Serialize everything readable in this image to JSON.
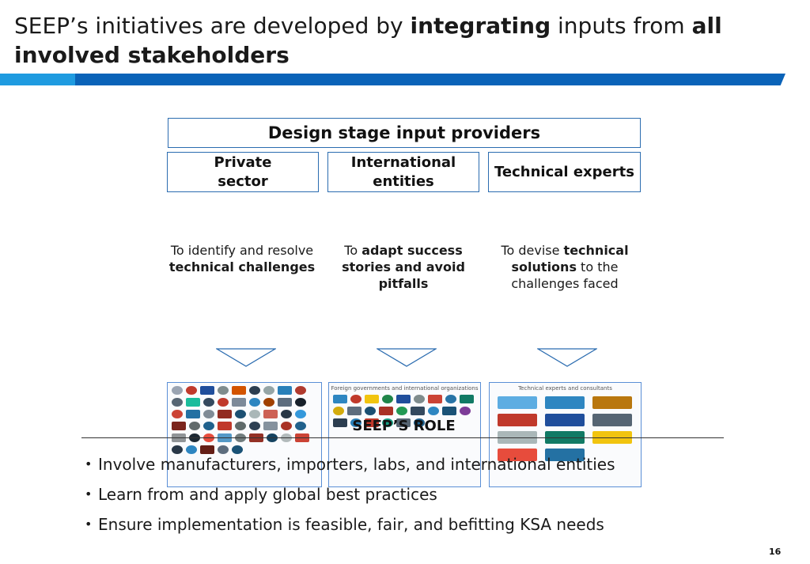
{
  "title": {
    "part1": "SEEP’s initiatives are developed by ",
    "bold1": "integrating",
    "part2": " inputs from ",
    "bold2": "all involved stakeholders"
  },
  "colors": {
    "band_light": "#1f9be0",
    "band_dark": "#0a63b8",
    "box_border": "#2b6cb0"
  },
  "design_header": "Design stage input providers",
  "columns": [
    {
      "label_line1": "Private",
      "label_line2": "sector",
      "desc_pre": "To identify and resolve ",
      "desc_bold": "technical challenges",
      "desc_post": "",
      "panel_caption": ""
    },
    {
      "label_line1": "International",
      "label_line2": "entities",
      "desc_pre": "To ",
      "desc_bold": "adapt success stories and avoid pitfalls",
      "desc_post": "",
      "panel_caption": "Foreign governments and international organizations"
    },
    {
      "label_line1": "Technical experts",
      "label_line2": "",
      "desc_pre": "To devise ",
      "desc_bold": "technical solutions",
      "desc_post": " to the challenges faced",
      "panel_caption": "Technical experts and consultants"
    }
  ],
  "role_title": "SEEP’S ROLE",
  "bullets": [
    "Involve manufacturers, importers, labs, and international entities",
    "Learn from and apply global best practices",
    "Ensure implementation is feasible, fair, and befitting KSA needs"
  ],
  "page_number": "16"
}
